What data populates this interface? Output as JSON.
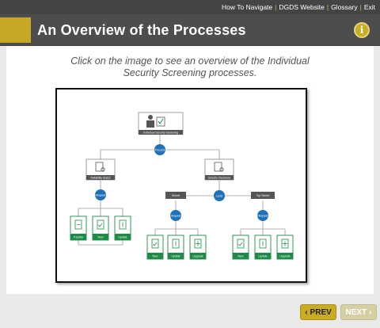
{
  "top_nav": {
    "links": [
      "How To Navigate",
      "DGDS Website",
      "Glossary",
      "Exit"
    ]
  },
  "header": {
    "title": "An Overview of the Processes",
    "info_glyph": "i"
  },
  "main": {
    "instruction_line1": "Click on the image to see an overview of the Individual",
    "instruction_line2": "Security Screening processes."
  },
  "diagram": {
    "top_label": "Individual Security Screening",
    "process": "Process",
    "reliability_label": "Reliability Status",
    "clearance_label": "Security Clearance",
    "request": "Request",
    "secret": "Secret",
    "level": "Level",
    "top_secret": "Top Secret",
    "left_boxes": [
      "Transfer",
      "New",
      "Update"
    ],
    "mid_boxes": [
      "New",
      "Update",
      "Upgrade"
    ],
    "right_boxes": [
      "New",
      "Update",
      "Upgrade"
    ]
  },
  "footer": {
    "prev_label": "PREV",
    "next_label": "NEXT"
  },
  "colors": {
    "accent": "#c6a826",
    "blue": "#1f72b8",
    "green": "#1d8a45",
    "dark_label": "#555555"
  }
}
